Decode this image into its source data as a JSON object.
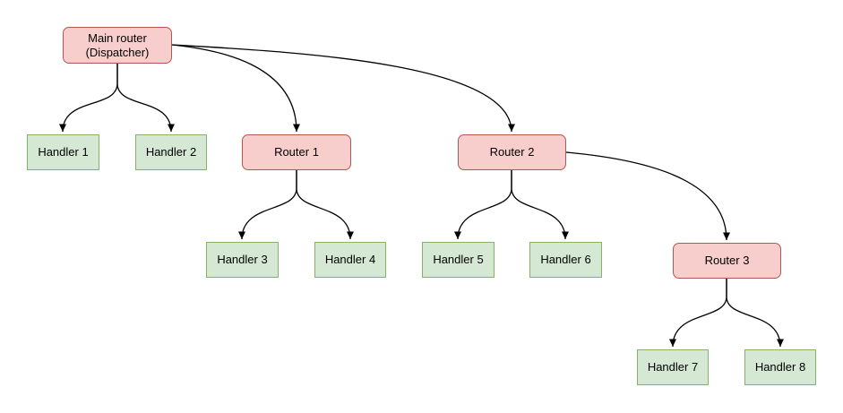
{
  "diagram": {
    "colors": {
      "router_fill": "#f8cecc",
      "router_border": "#b85450",
      "handler_fill": "#d5e8d4",
      "handler_border": "#82b366",
      "edge": "#000000",
      "text": "#000000",
      "background": "#ffffff"
    },
    "nodes": [
      {
        "id": "main-router",
        "label": "Main router\n(Dispatcher)",
        "type": "router"
      },
      {
        "id": "handler-1",
        "label": "Handler 1",
        "type": "handler"
      },
      {
        "id": "handler-2",
        "label": "Handler 2",
        "type": "handler"
      },
      {
        "id": "router-1",
        "label": "Router 1",
        "type": "router"
      },
      {
        "id": "handler-3",
        "label": "Handler 3",
        "type": "handler"
      },
      {
        "id": "handler-4",
        "label": "Handler 4",
        "type": "handler"
      },
      {
        "id": "router-2",
        "label": "Router 2",
        "type": "router"
      },
      {
        "id": "handler-5",
        "label": "Handler 5",
        "type": "handler"
      },
      {
        "id": "handler-6",
        "label": "Handler 6",
        "type": "handler"
      },
      {
        "id": "router-3",
        "label": "Router 3",
        "type": "router"
      },
      {
        "id": "handler-7",
        "label": "Handler 7",
        "type": "handler"
      },
      {
        "id": "handler-8",
        "label": "Handler 8",
        "type": "handler"
      }
    ],
    "edges": [
      {
        "from": "main-router",
        "to": "handler-1"
      },
      {
        "from": "main-router",
        "to": "handler-2"
      },
      {
        "from": "main-router",
        "to": "router-1"
      },
      {
        "from": "main-router",
        "to": "router-2"
      },
      {
        "from": "router-1",
        "to": "handler-3"
      },
      {
        "from": "router-1",
        "to": "handler-4"
      },
      {
        "from": "router-2",
        "to": "handler-5"
      },
      {
        "from": "router-2",
        "to": "handler-6"
      },
      {
        "from": "router-2",
        "to": "router-3"
      },
      {
        "from": "router-3",
        "to": "handler-7"
      },
      {
        "from": "router-3",
        "to": "handler-8"
      }
    ]
  }
}
